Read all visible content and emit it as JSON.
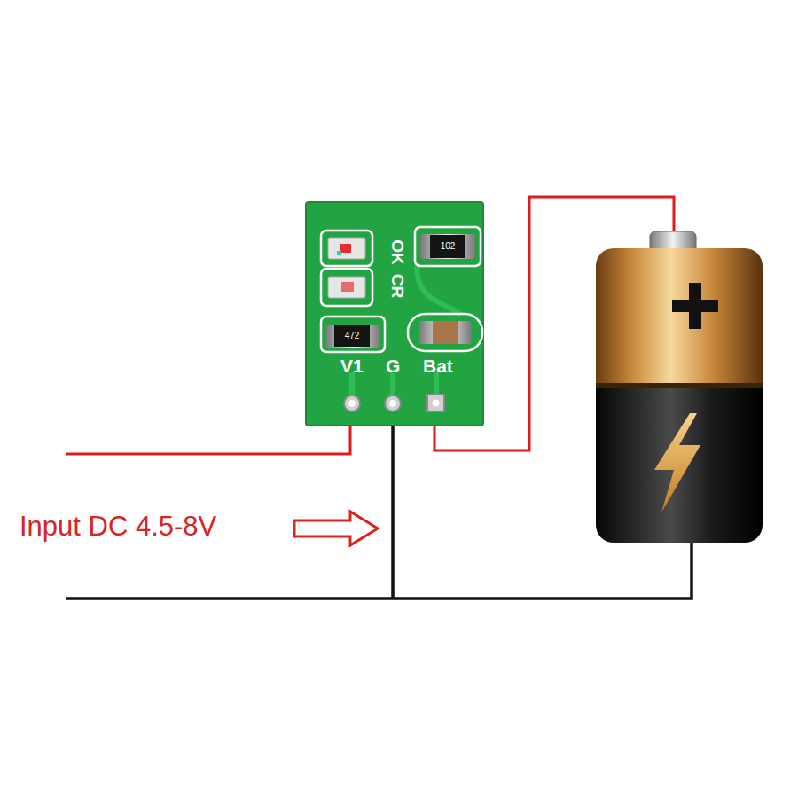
{
  "diagram": {
    "nodes": [
      {
        "text": [
          "OK",
          "CR",
          "V1",
          "G",
          "Bat"
        ]
      },
      {
        "text": [
          "102"
        ],
        "in": 0
      },
      {
        "text": [
          "472"
        ],
        "in": 0
      }
    ],
    "labels": [
      "Input DC 4.5-8V"
    ]
  }
}
